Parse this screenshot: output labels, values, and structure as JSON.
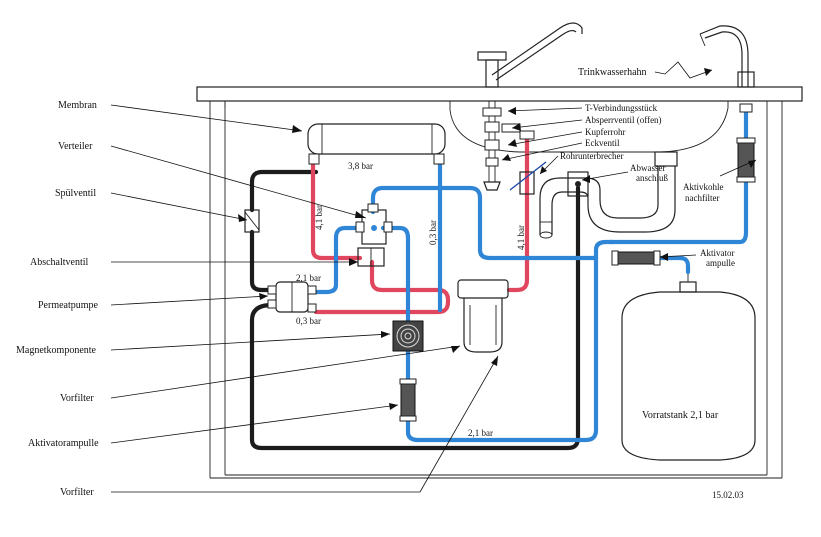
{
  "labels": {
    "membran": "Membran",
    "verteiler": "Verteiler",
    "spuelventil": "Spülventil",
    "abschaltventil": "Abschaltventil",
    "permeatpumpe": "Permeatpumpe",
    "magnetkomponente": "Magnetkomponente",
    "vorfilter_1": "Vorfilter",
    "aktivatorampulle": "Aktivatorampulle",
    "vorfilter_2": "Vorfilter",
    "trinkwasserhahn": "Trinkwasserhahn",
    "t_verbindungsstueck": "T-Verbindungsstück",
    "absperrventil": "Absperrventil (offen)",
    "kupferrohr": "Kupferrohr",
    "eckventil": "Eckventil",
    "rohrunterbrecher": "Rohrunterbrecher",
    "abwasser_line1": "Abwasser",
    "abwasser_line2": "anschluß",
    "aktivkohle_line1": "Aktivkohle",
    "aktivkohle_line2": "nachfilter",
    "aktivator_line1": "Aktivator",
    "aktivator_line2": "ampulle",
    "vorratstank": "Vorratstank 2,1 bar"
  },
  "pressures": {
    "membran_line": "3,8 bar",
    "red_vertical_left": "4,1 bar",
    "blue_vertical": "0,3 bar",
    "red_vertical_right": "4,1 bar",
    "pump_upper": "2,1 bar",
    "pump_lower": "0,3 bar",
    "bottom_line": "2,1 bar"
  },
  "date": "15.02.03",
  "colors": {
    "blue_pipe": "#2f86d6",
    "red_pipe": "#e0465e",
    "black_pipe": "#1c1c1c",
    "outline": "#222222"
  }
}
